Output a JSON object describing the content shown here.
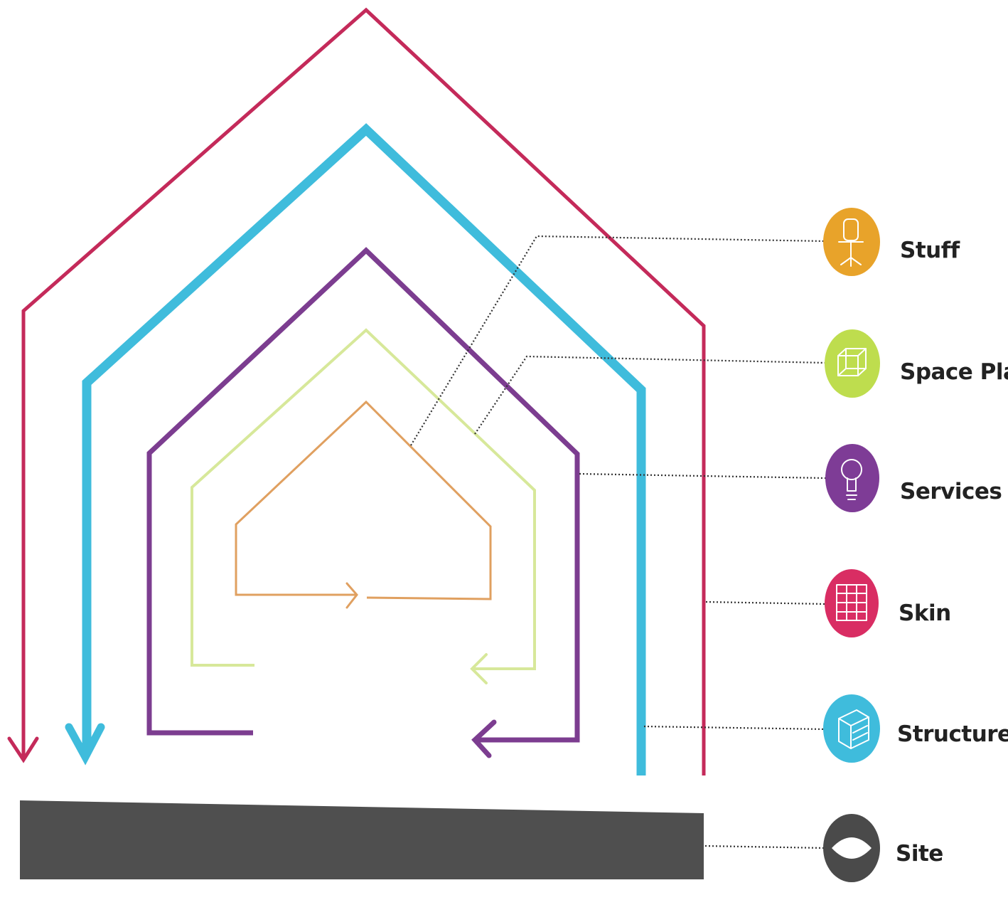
{
  "layers": [
    {
      "id": "stuff",
      "label": "Stuff",
      "icon": "office-chair-icon",
      "color": "#e8a32a",
      "line_color": "#e0a060"
    },
    {
      "id": "space-plan",
      "label": "Space Plan",
      "icon": "wireframe-cube-icon",
      "color": "#bedd4e",
      "line_color": "#d7e89a"
    },
    {
      "id": "services",
      "label": "Services",
      "icon": "light-bulb-icon",
      "color": "#7e3c96",
      "line_color": "#7c3d90"
    },
    {
      "id": "skin",
      "label": "Skin",
      "icon": "window-grid-icon",
      "color": "#d92d63",
      "line_color": "#c42a5a"
    },
    {
      "id": "structure",
      "label": "Structure",
      "icon": "building-frame-icon",
      "color": "#3fbcdc",
      "line_color": "#3fbcdc"
    },
    {
      "id": "site",
      "label": "Site",
      "icon": "terrain-icon",
      "color": "#4a4a4a",
      "line_color": "#4f4f4f"
    }
  ]
}
